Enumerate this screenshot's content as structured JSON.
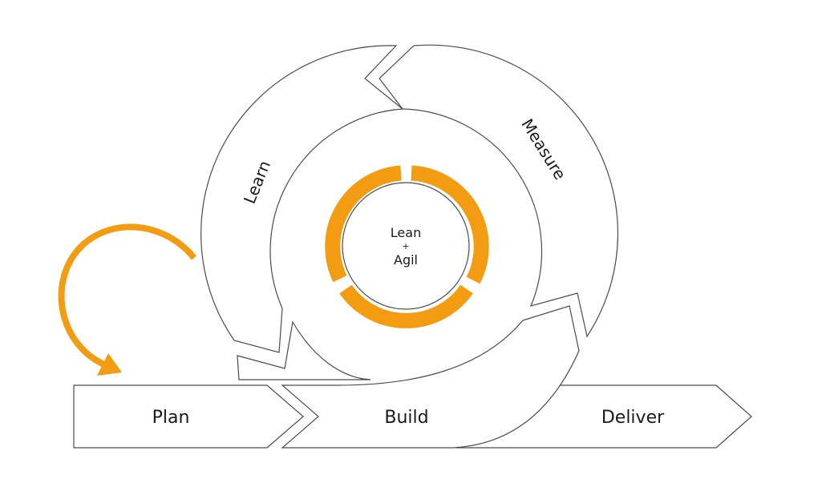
{
  "stages": {
    "plan": "Plan",
    "build": "Build",
    "deliver": "Deliver"
  },
  "loop": {
    "learn": "Learn",
    "measure": "Measure"
  },
  "core": {
    "line1": "Lean",
    "line2": "+",
    "line3": "Agil"
  },
  "colors": {
    "accent": "#f39c12",
    "stroke": "#4a4a4a",
    "text": "#1a1a1a",
    "background": "#ffffff"
  }
}
